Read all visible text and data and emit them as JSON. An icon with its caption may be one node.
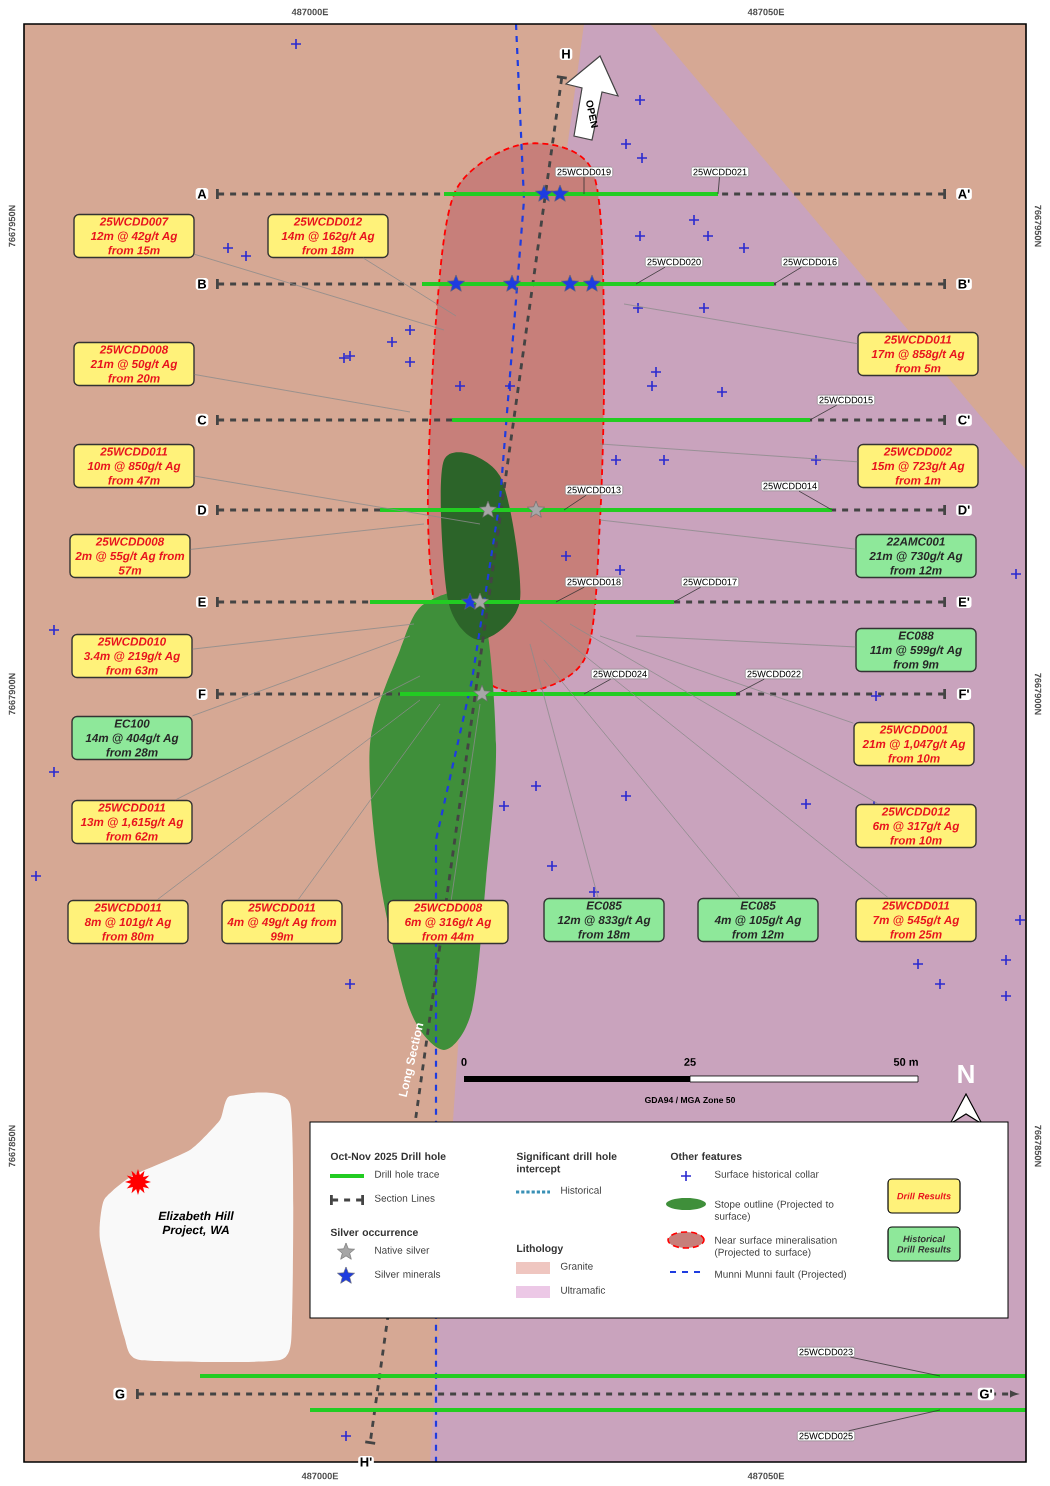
{
  "diagram": {
    "nodes": [
      {
        "text": [
          "25WCDD007",
          "12m @ 42g/t Ag from 15m"
        ]
      },
      {
        "text": [
          "25WCDD012",
          "14m @ 162g/t Ag from 18m"
        ]
      },
      {
        "text": [
          "25WCDD011",
          "17m @ 858g/t Ag from 5m"
        ]
      },
      {
        "text": [
          "25WCDD008",
          "21m @ 50g/t Ag from 20m"
        ]
      },
      {
        "text": [
          "25WCDD011",
          "10m @ 850g/t Ag from 47m"
        ]
      },
      {
        "text": [
          "25WCDD002",
          "15m @ 723g/t Ag from 1m"
        ]
      },
      {
        "text": [
          "25WCDD008",
          "2m @ 55g/t Ag from 57m"
        ]
      },
      {
        "text": [
          "22AMC001",
          "21m @ 730g/t Ag from 12m"
        ]
      },
      {
        "text": [
          "25WCDD010",
          "3.4m @ 219g/t Ag from 63m"
        ]
      },
      {
        "text": [
          "EC088",
          "11m @ 599g/t Ag from 9m"
        ]
      },
      {
        "text": [
          "EC100",
          "14m @ 404g/t Ag from 28m"
        ]
      },
      {
        "text": [
          "25WCDD001",
          "21m @ 1,047g/t Ag from 10m"
        ]
      },
      {
        "text": [
          "25WCDD011",
          "13m @ 1,615g/t Ag from 62m"
        ]
      },
      {
        "text": [
          "25WCDD012",
          "6m @ 317g/t Ag from 10m"
        ]
      },
      {
        "text": [
          "25WCDD011",
          "8m @ 101g/t Ag from 80m"
        ]
      },
      {
        "text": [
          "25WCDD011",
          "4m @ 49g/t Ag from 99m"
        ]
      },
      {
        "text": [
          "25WCDD008",
          "6m @ 316g/t Ag from 44m"
        ]
      },
      {
        "text": [
          "EC085",
          "12m @ 833g/t Ag from 18m"
        ]
      },
      {
        "text": [
          "EC085",
          "4m @ 105g/t Ag from 12m"
        ]
      },
      {
        "text": [
          "25WCDD011",
          "7m @ 545g/t Ag from 25m"
        ]
      },
      {
        "text": [
          "25WCDD019"
        ]
      },
      {
        "text": [
          "25WCDD021"
        ]
      },
      {
        "text": [
          "25WCDD020"
        ]
      },
      {
        "text": [
          "25WCDD016"
        ]
      },
      {
        "text": [
          "25WCDD015"
        ]
      },
      {
        "text": [
          "25WCDD013"
        ]
      },
      {
        "text": [
          "25WCDD014"
        ]
      },
      {
        "text": [
          "25WCDD018"
        ]
      },
      {
        "text": [
          "25WCDD017"
        ]
      },
      {
        "text": [
          "25WCDD024"
        ]
      },
      {
        "text": [
          "25WCDD022"
        ]
      },
      {
        "text": [
          "25WCDD023"
        ]
      },
      {
        "text": [
          "25WCDD025"
        ]
      }
    ],
    "edges": [
      {
        "from": 0,
        "to": null,
        "arrow": "none"
      },
      {
        "from": 1,
        "to": null,
        "arrow": "none"
      },
      {
        "from": 2,
        "to": null,
        "arrow": "none"
      },
      {
        "from": 3,
        "to": null,
        "arrow": "none"
      },
      {
        "from": 4,
        "to": null,
        "arrow": "none"
      },
      {
        "from": 5,
        "to": null,
        "arrow": "none"
      },
      {
        "from": 6,
        "to": null,
        "arrow": "none"
      },
      {
        "from": 7,
        "to": null,
        "arrow": "none"
      },
      {
        "from": 8,
        "to": null,
        "arrow": "none"
      },
      {
        "from": 9,
        "to": null,
        "arrow": "none"
      },
      {
        "from": 10,
        "to": null,
        "arrow": "none"
      },
      {
        "from": 11,
        "to": null,
        "arrow": "none"
      },
      {
        "from": 12,
        "to": null,
        "arrow": "none"
      },
      {
        "from": 13,
        "to": null,
        "arrow": "none"
      },
      {
        "from": 14,
        "to": null,
        "arrow": "none"
      },
      {
        "from": 15,
        "to": null,
        "arrow": "none"
      },
      {
        "from": 16,
        "to": null,
        "arrow": "none"
      },
      {
        "from": 17,
        "to": null,
        "arrow": "none"
      },
      {
        "from": 18,
        "to": null,
        "arrow": "none"
      },
      {
        "from": 19,
        "to": null,
        "arrow": "none"
      },
      {
        "from": 20,
        "to": null,
        "arrow": "none"
      },
      {
        "from": 21,
        "to": null,
        "arrow": "none"
      },
      {
        "from": 22,
        "to": null,
        "arrow": "none"
      },
      {
        "from": 23,
        "to": null,
        "arrow": "none"
      },
      {
        "from": 24,
        "to": null,
        "arrow": "none"
      },
      {
        "from": 25,
        "to": null,
        "arrow": "none"
      },
      {
        "from": 26,
        "to": null,
        "arrow": "none"
      },
      {
        "from": 27,
        "to": null,
        "arrow": "none"
      },
      {
        "from": 28,
        "to": null,
        "arrow": "none"
      },
      {
        "from": 29,
        "to": null,
        "arrow": "none"
      },
      {
        "from": 30,
        "to": null,
        "arrow": "none"
      },
      {
        "from": 31,
        "to": null,
        "arrow": "none"
      },
      {
        "from": 32,
        "to": null,
        "arrow": "none"
      }
    ],
    "labels": [
      "487000E",
      "487050E",
      "H",
      "OPEN",
      "A",
      "A'",
      "7667950N",
      "7667950N",
      "B",
      "B'",
      "C",
      "C'",
      "D",
      "D'",
      "E",
      "E'",
      "F",
      "F'",
      "7667900N",
      "7667900N",
      "Long Section",
      "0",
      "25",
      "50 m",
      "N",
      "GDA94 / MGA Zone 50",
      "7667850N",
      "7667850N",
      "Elizabeth Hill Project, WA",
      "Oct-Nov 2025 Drill hole",
      "Significant drill hole intercept",
      "Other features",
      "Silver occurrence",
      "Lithology",
      "G",
      "G'",
      "H'",
      "487000E",
      "487050E"
    ],
    "legend": [
      {
        "text": "Drill hole trace"
      },
      {
        "text": "Section Lines"
      },
      {
        "text": "Native silver"
      },
      {
        "text": "Silver minerals"
      },
      {
        "text": "Historical"
      },
      {
        "text": "Granite",
        "color": "#efc6c0"
      },
      {
        "text": "Ultramafic",
        "color": "#ecc8e6"
      },
      {
        "text": "Surface historical collar"
      },
      {
        "text": "Stope outline (Projected to surface)"
      },
      {
        "text": "Near surface mineralisation (Projected to surface)"
      },
      {
        "text": "Munni Munni fault (Projected)"
      },
      {
        "text": "Drill Results"
      },
      {
        "text": "Historical Drill Results"
      }
    ]
  }
}
